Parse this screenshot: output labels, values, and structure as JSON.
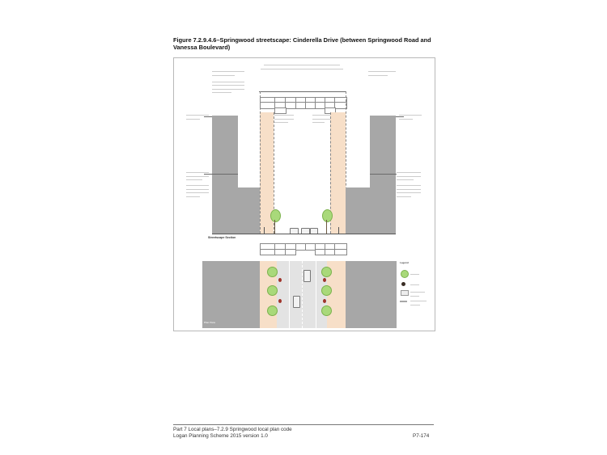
{
  "figure": {
    "title": "Figure 7.2.9.4.6–Springwood streetscape: Cinderella Drive (between Springwood Road and Vanessa Boulevard)"
  },
  "labels": {
    "streetscape_section": "Streetscape Section",
    "plan_view": "Plan View",
    "legend": "Legend"
  },
  "colors": {
    "building": "#a7a7a7",
    "footpath": "#f7dfc8",
    "road": "#e3e3e3",
    "tree": "#a9d97a",
    "tree_grate": "#3a2d24",
    "car": "#a0342b"
  },
  "footer": {
    "line1": "Part 7 Local plans–7.2.9 Springwood local plan code",
    "line2": "Logan Planning Scheme 2015 version 1.0",
    "page_number": "P7-174"
  }
}
